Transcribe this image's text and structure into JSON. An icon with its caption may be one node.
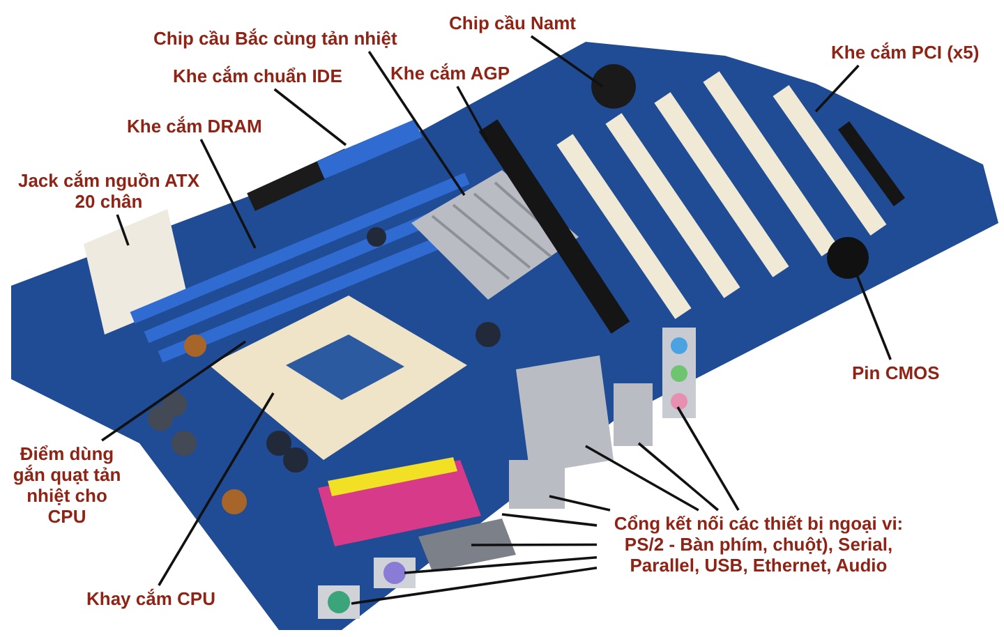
{
  "diagram": {
    "nodes": [
      {
        "text": [
          "Chip cầu Bắc cùng tản nhiệt"
        ]
      },
      {
        "text": [
          "Chip cầu Namt"
        ]
      },
      {
        "text": [
          "Khe cắm chuẩn IDE"
        ]
      },
      {
        "text": [
          "Khe cắm AGP"
        ]
      },
      {
        "text": [
          "Khe cắm PCI (x5)"
        ]
      },
      {
        "text": [
          "Khe cắm DRAM"
        ]
      },
      {
        "text": [
          "Jack cắm nguồn ATX 20 chân"
        ]
      },
      {
        "text": [
          "Pin CMOS"
        ]
      },
      {
        "text": [
          "Điểm dùng gắn quạt tản nhiệt cho CPU"
        ]
      },
      {
        "text": [
          "Khay cắm CPU"
        ]
      },
      {
        "text": [
          "Cổng kết nối các thiết bị ngoại vi: PS/2 - Bàn phím, chuột), Serial, Parallel, USB, Ethernet, Audio"
        ]
      }
    ],
    "edges": [
      {
        "from": 0,
        "to": null,
        "arrow": "none"
      },
      {
        "from": 1,
        "to": null,
        "arrow": "none"
      },
      {
        "from": 2,
        "to": null,
        "arrow": "none"
      },
      {
        "from": 3,
        "to": null,
        "arrow": "none"
      },
      {
        "from": 4,
        "to": null,
        "arrow": "none"
      },
      {
        "from": 5,
        "to": null,
        "arrow": "none"
      },
      {
        "from": 6,
        "to": null,
        "arrow": "none"
      },
      {
        "from": 7,
        "to": null,
        "arrow": "none"
      },
      {
        "from": 8,
        "to": null,
        "arrow": "none"
      },
      {
        "from": 9,
        "to": null,
        "arrow": "none"
      },
      {
        "from": 10,
        "to": null,
        "arrow": "none"
      },
      {
        "from": 10,
        "to": null,
        "arrow": "none"
      },
      {
        "from": 10,
        "to": null,
        "arrow": "none"
      },
      {
        "from": 10,
        "to": null,
        "arrow": "none"
      },
      {
        "from": 10,
        "to": null,
        "arrow": "none"
      },
      {
        "from": 10,
        "to": null,
        "arrow": "none"
      },
      {
        "from": 10,
        "to": null,
        "arrow": "none"
      },
      {
        "from": 10,
        "to": null,
        "arrow": "none"
      }
    ]
  }
}
